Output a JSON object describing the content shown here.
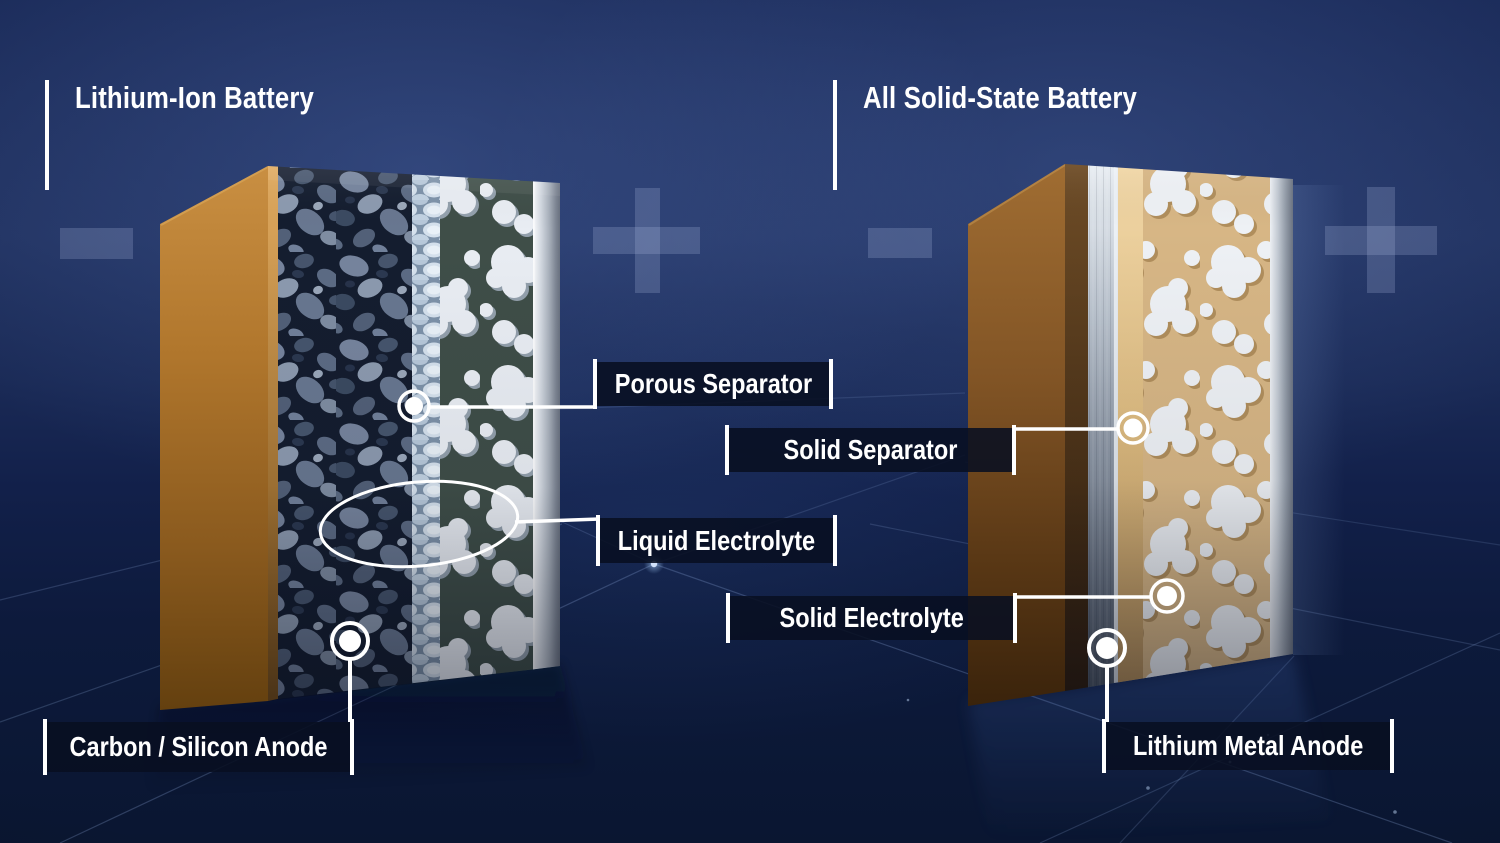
{
  "left_panel": {
    "title": "Lithium-Ion Battery",
    "negative_symbol": "−",
    "positive_symbol": "+",
    "callouts": {
      "separator": "Porous Separator",
      "electrolyte": "Liquid Electrolyte",
      "anode": "Carbon / Silicon Anode"
    }
  },
  "right_panel": {
    "title": "All Solid-State Battery",
    "negative_symbol": "−",
    "positive_symbol": "+",
    "callouts": {
      "separator": "Solid Separator",
      "electrolyte": "Solid Electrolyte",
      "anode": "Lithium Metal Anode"
    }
  },
  "colors": {
    "background_top": "#22336a",
    "background_bottom": "#0a1530",
    "callout_background": "rgba(8,15,33,0.88)",
    "callout_text": "#ffffff",
    "connector": "#ffffff",
    "terminal_overlay": "rgba(182,198,234,0.22)",
    "copper_collector": "#a86d27",
    "aluminum_collector": "#a6aeb9",
    "grid_line": "#8fb0e6"
  }
}
